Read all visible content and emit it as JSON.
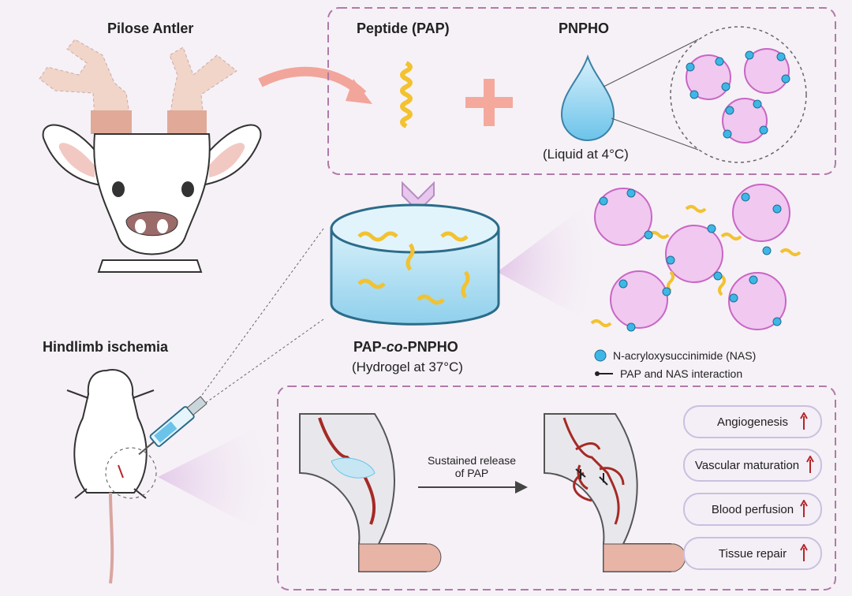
{
  "labels": {
    "pilose_antler": "Pilose Antler",
    "peptide": "Peptide (PAP)",
    "pnpho": "PNPHO",
    "liquid": "(Liquid at 4°C)",
    "product_prefix": "PAP-",
    "product_co": "co",
    "product_suffix": "-PNPHO",
    "hydrogel": "(Hydrogel at 37°C)",
    "hindlimb": "Hindlimb ischemia",
    "legend_nas": "N-acryloxysuccinimide (NAS)",
    "legend_interaction": "PAP and NAS interaction",
    "release_line1": "Sustained release",
    "release_line2": "of PAP"
  },
  "outcomes": [
    {
      "label": "Angiogenesis"
    },
    {
      "label": "Vascular maturation"
    },
    {
      "label": "Blood perfusion"
    },
    {
      "label": "Tissue repair"
    }
  ],
  "colors": {
    "accent_dash": "#b07aa8",
    "arrow_up": "#b3262a",
    "nas_dot": "#3fb7e6",
    "polymer": "#c866c4",
    "peptide": "#f2c230",
    "vessel": "#a52a26"
  },
  "icons": [
    "deer-icon",
    "peptide-helix-icon",
    "plus-icon",
    "droplet-icon",
    "hydrogel-disk-icon",
    "mouse-icon",
    "syringe-icon",
    "leg-icon",
    "up-arrow-icon",
    "chevron-down-icon"
  ]
}
